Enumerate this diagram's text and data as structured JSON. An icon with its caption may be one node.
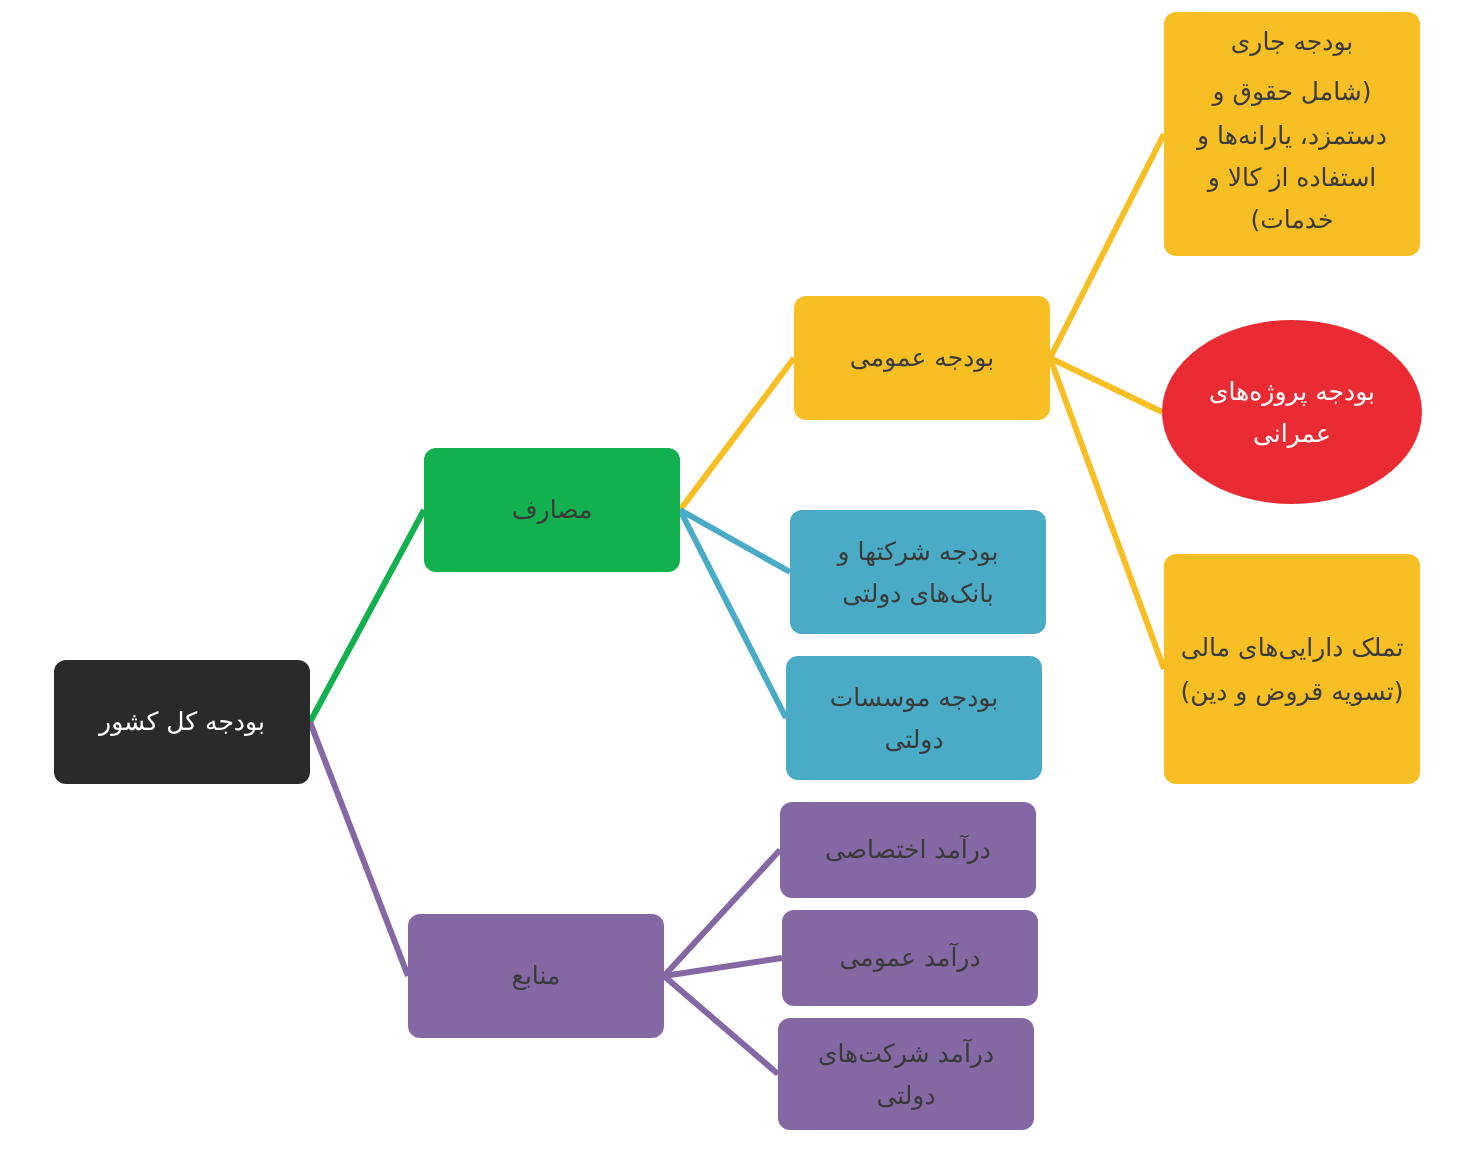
{
  "diagram": {
    "nodes": [
      {
        "text": [
          "بودجه کل کشور"
        ]
      },
      {
        "text": [
          "مصارف"
        ]
      },
      {
        "text": [
          "منابع"
        ]
      },
      {
        "text": [
          "بودجه عمومی"
        ]
      },
      {
        "text": [
          "بودجه شرکتها و بانک‌های دولتی"
        ]
      },
      {
        "text": [
          "بودجه موسسات دولتی"
        ]
      },
      {
        "text": [
          "بودجه جاری",
          "(شامل حقوق و دستمزد، یارانه‌ها و استفاده از کالا و خدمات)"
        ]
      },
      {
        "text": [
          "بودجه پروژه‌های عمرانی"
        ]
      },
      {
        "text": [
          "تملک دارایی‌های مالی (تسویه قروض و دین)"
        ]
      },
      {
        "text": [
          "درآمد اختصاصی"
        ]
      },
      {
        "text": [
          "درآمد عمومی"
        ]
      },
      {
        "text": [
          "درآمد شرکت‌های دولتی"
        ]
      }
    ],
    "edges": [
      {
        "from": 0,
        "to": 1,
        "arrow": "none",
        "color": "#12b04f"
      },
      {
        "from": 0,
        "to": 2,
        "arrow": "none"
      },
      {
        "from": 1,
        "to": 3,
        "arrow": "none",
        "color": "#f7bf24"
      },
      {
        "from": 1,
        "to": 4,
        "arrow": "none",
        "color": "#4aabc6"
      },
      {
        "from": 1,
        "to": 5,
        "arrow": "none",
        "color": "#4aabc6"
      },
      {
        "from": 3,
        "to": 6,
        "arrow": "none",
        "color": "#f7bf24"
      },
      {
        "from": 3,
        "to": 7,
        "arrow": "none",
        "color": "#f7bf24"
      },
      {
        "from": 3,
        "to": 8,
        "arrow": "none",
        "color": "#f7bf24"
      },
      {
        "from": 2,
        "to": 9,
        "arrow": "none"
      },
      {
        "from": 2,
        "to": 10,
        "arrow": "none"
      },
      {
        "from": 2,
        "to": 11,
        "arrow": "none"
      }
    ]
  }
}
